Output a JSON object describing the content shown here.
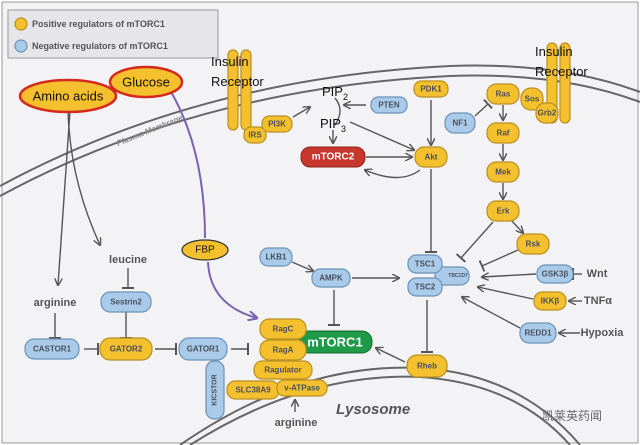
{
  "legend": {
    "positive": "Positive regulators of mTORC1",
    "negative": "Negative regulators of mTORC1"
  },
  "colors": {
    "positive": "#f4c02e",
    "negative": "#a9cbe9",
    "mtorc2": "#c8372d",
    "mtorc1": "#1e9a48",
    "glucose_path": "#7b62b0",
    "highlight_outline": "#d42a1e"
  },
  "inputs": {
    "amino_acids": "Amino acids",
    "glucose": "Glucose"
  },
  "receptors": {
    "left_line1": "Insulin",
    "left_line2": "Receptor",
    "right_line1": "Insulin",
    "right_line2": "Receptor"
  },
  "membranes": {
    "plasma": "Plasma Membrane",
    "lysosome": "Lysosome"
  },
  "lipids": {
    "pip2": "PIP",
    "pip2_sub": "2",
    "pip3": "PIP",
    "pip3_sub": "3"
  },
  "nodes": {
    "irs": "IRS",
    "pi3k": "PI3K",
    "pten": "PTEN",
    "pdk1": "PDK1",
    "mtorc2": "mTORC2",
    "akt": "Akt",
    "nf1": "NF1",
    "ras": "Ras",
    "sos": "Sos",
    "grb2": "Grb2",
    "raf": "Raf",
    "mek": "Mek",
    "erk": "Erk",
    "rsk": "Rsk",
    "gsk3b": "GSK3β",
    "ikkb": "IKKβ",
    "redd1": "REDD1",
    "tsc1": "TSC1",
    "tsc2": "TSC2",
    "tbc1d7": "TBC1D7",
    "ampk": "AMPK",
    "lkb1": "LKB1",
    "fbp": "FBP",
    "rheb": "Rheb",
    "mtorc1": "mTORC1",
    "ragc": "RagC",
    "raga": "RagA",
    "ragulator": "Ragulator",
    "slc38a9": "SLC38A9",
    "vatpase": "v-ATPase",
    "kicstor": "KICSTOR",
    "gator1": "GATOR1",
    "gator2": "GATOR2",
    "castor1": "CASTOR1",
    "sestrin2": "Sestrin2"
  },
  "metabolites": {
    "leucine": "leucine",
    "arginine_cyto": "arginine",
    "arginine_lyso": "arginine"
  },
  "signals": {
    "wnt": "Wnt",
    "tnfa": "TNFα",
    "hypoxia": "Hypoxia"
  },
  "watermark": "凯莱英药闻"
}
